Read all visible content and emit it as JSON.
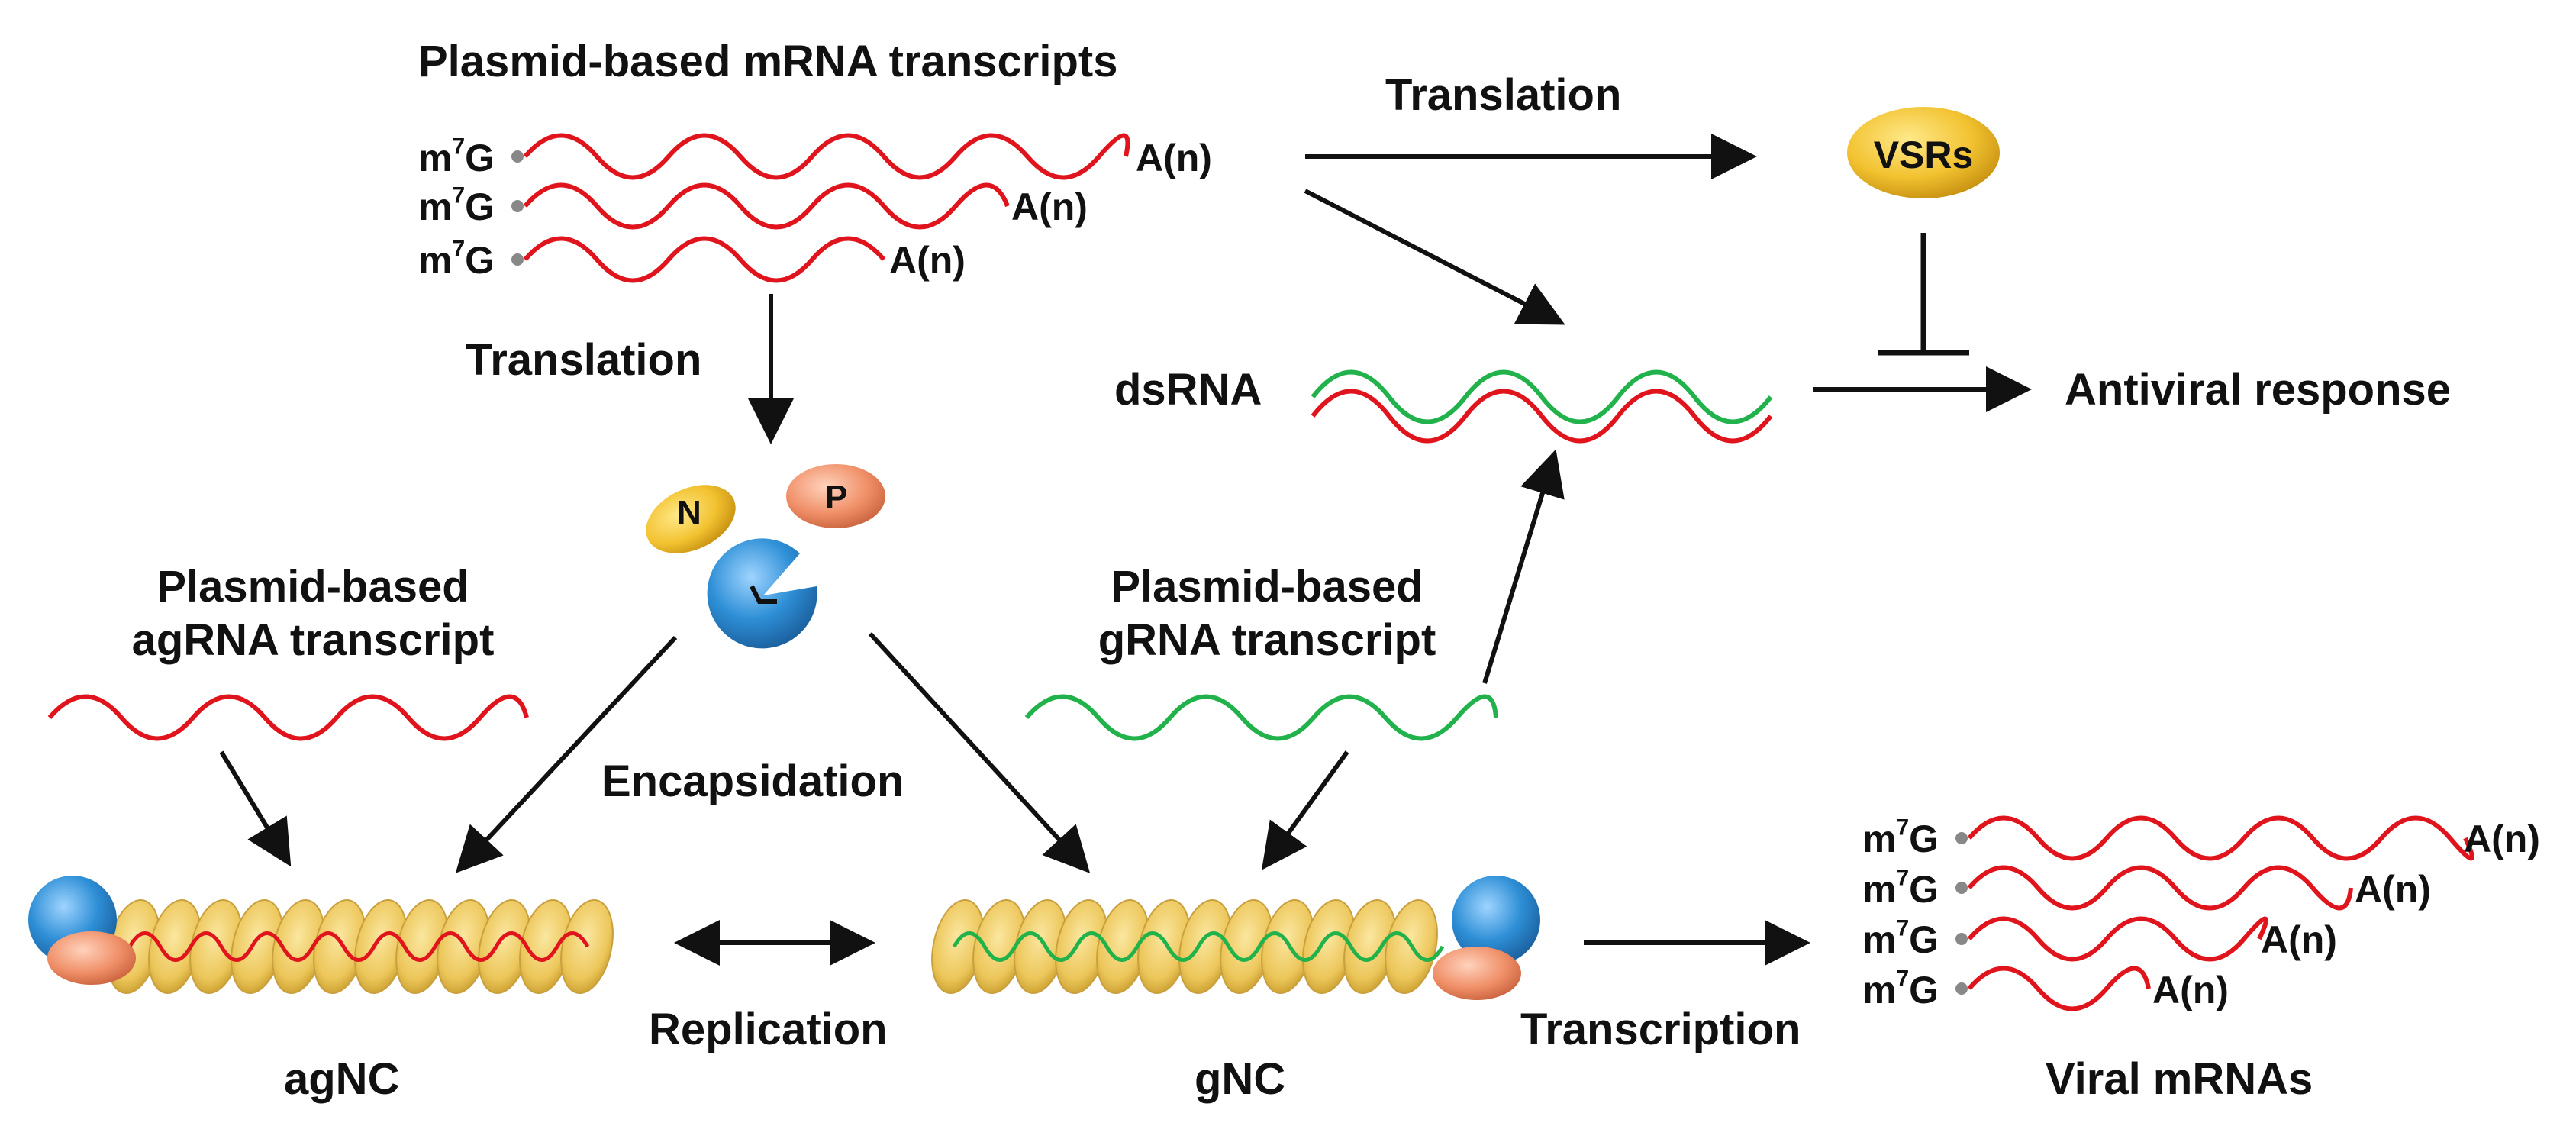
{
  "labels": {
    "plasmid_mrna": "Plasmid-based mRNA transcripts",
    "translation_top": "Translation",
    "translation_left": "Translation",
    "vsrs": "VSRs",
    "dsrna": "dsRNA",
    "antiviral": "Antiviral response",
    "ag_plasmid_line1": "Plasmid-based",
    "ag_plasmid_line2": "agRNA transcript",
    "g_plasmid_line1": "Plasmid-based",
    "g_plasmid_line2": "gRNA transcript",
    "encapsidation": "Encapsidation",
    "replication": "Replication",
    "transcription": "Transcription",
    "agnc": "agNC",
    "gnc": "gNC",
    "viral_mrnas": "Viral mRNAs",
    "protein_n": "N",
    "protein_p": "P",
    "cap_base": "m",
    "cap_sup": "7",
    "cap_end": "G",
    "polya": "A(n)"
  },
  "colors": {
    "red_rna": "#e0141c",
    "green_rna": "#22b24c",
    "yellow_protein": "#f2c230",
    "blue_protein": "#2e8fd6",
    "orange_protein": "#f09068",
    "arrow": "#111111"
  },
  "icons": {
    "vsrs": "yellow-ellipse",
    "protein_n": "yellow-ellipse",
    "protein_p": "orange-ellipse",
    "polymerase": "blue-pacman"
  }
}
